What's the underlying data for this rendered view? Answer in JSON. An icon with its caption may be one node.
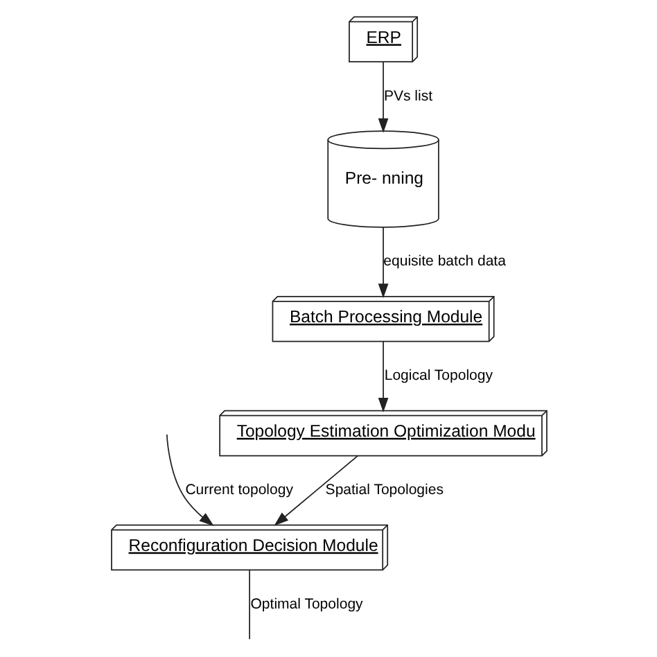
{
  "diagram": {
    "nodes": [
      {
        "text": [
          "Pre- nning"
        ]
      },
      {
        "text": [
          "Batch Processing Module"
        ]
      },
      {
        "text": [
          "Topology Estimation Optimization Modu"
        ]
      },
      {
        "text": [
          "ERP"
        ]
      },
      {
        "text": [
          "Reconfiguration Decision Module"
        ]
      }
    ],
    "edges": [
      {
        "from": 0,
        "to": 1,
        "arrow": "to",
        "label": "equisite batch data"
      },
      {
        "from": 1,
        "to": 2,
        "arrow": "to",
        "label": "Logical Topology"
      },
      {
        "from": 3,
        "to": 0,
        "arrow": "to",
        "label": "PVs list"
      },
      {
        "from": 2,
        "to": 4,
        "arrow": "to",
        "label": "Spatial Topologies"
      },
      {
        "from": null,
        "to": 4,
        "arrow": "to",
        "label": "Current topology"
      },
      {
        "from": 4,
        "to": null,
        "arrow": "none",
        "label": "Optimal Topology"
      }
    ]
  }
}
